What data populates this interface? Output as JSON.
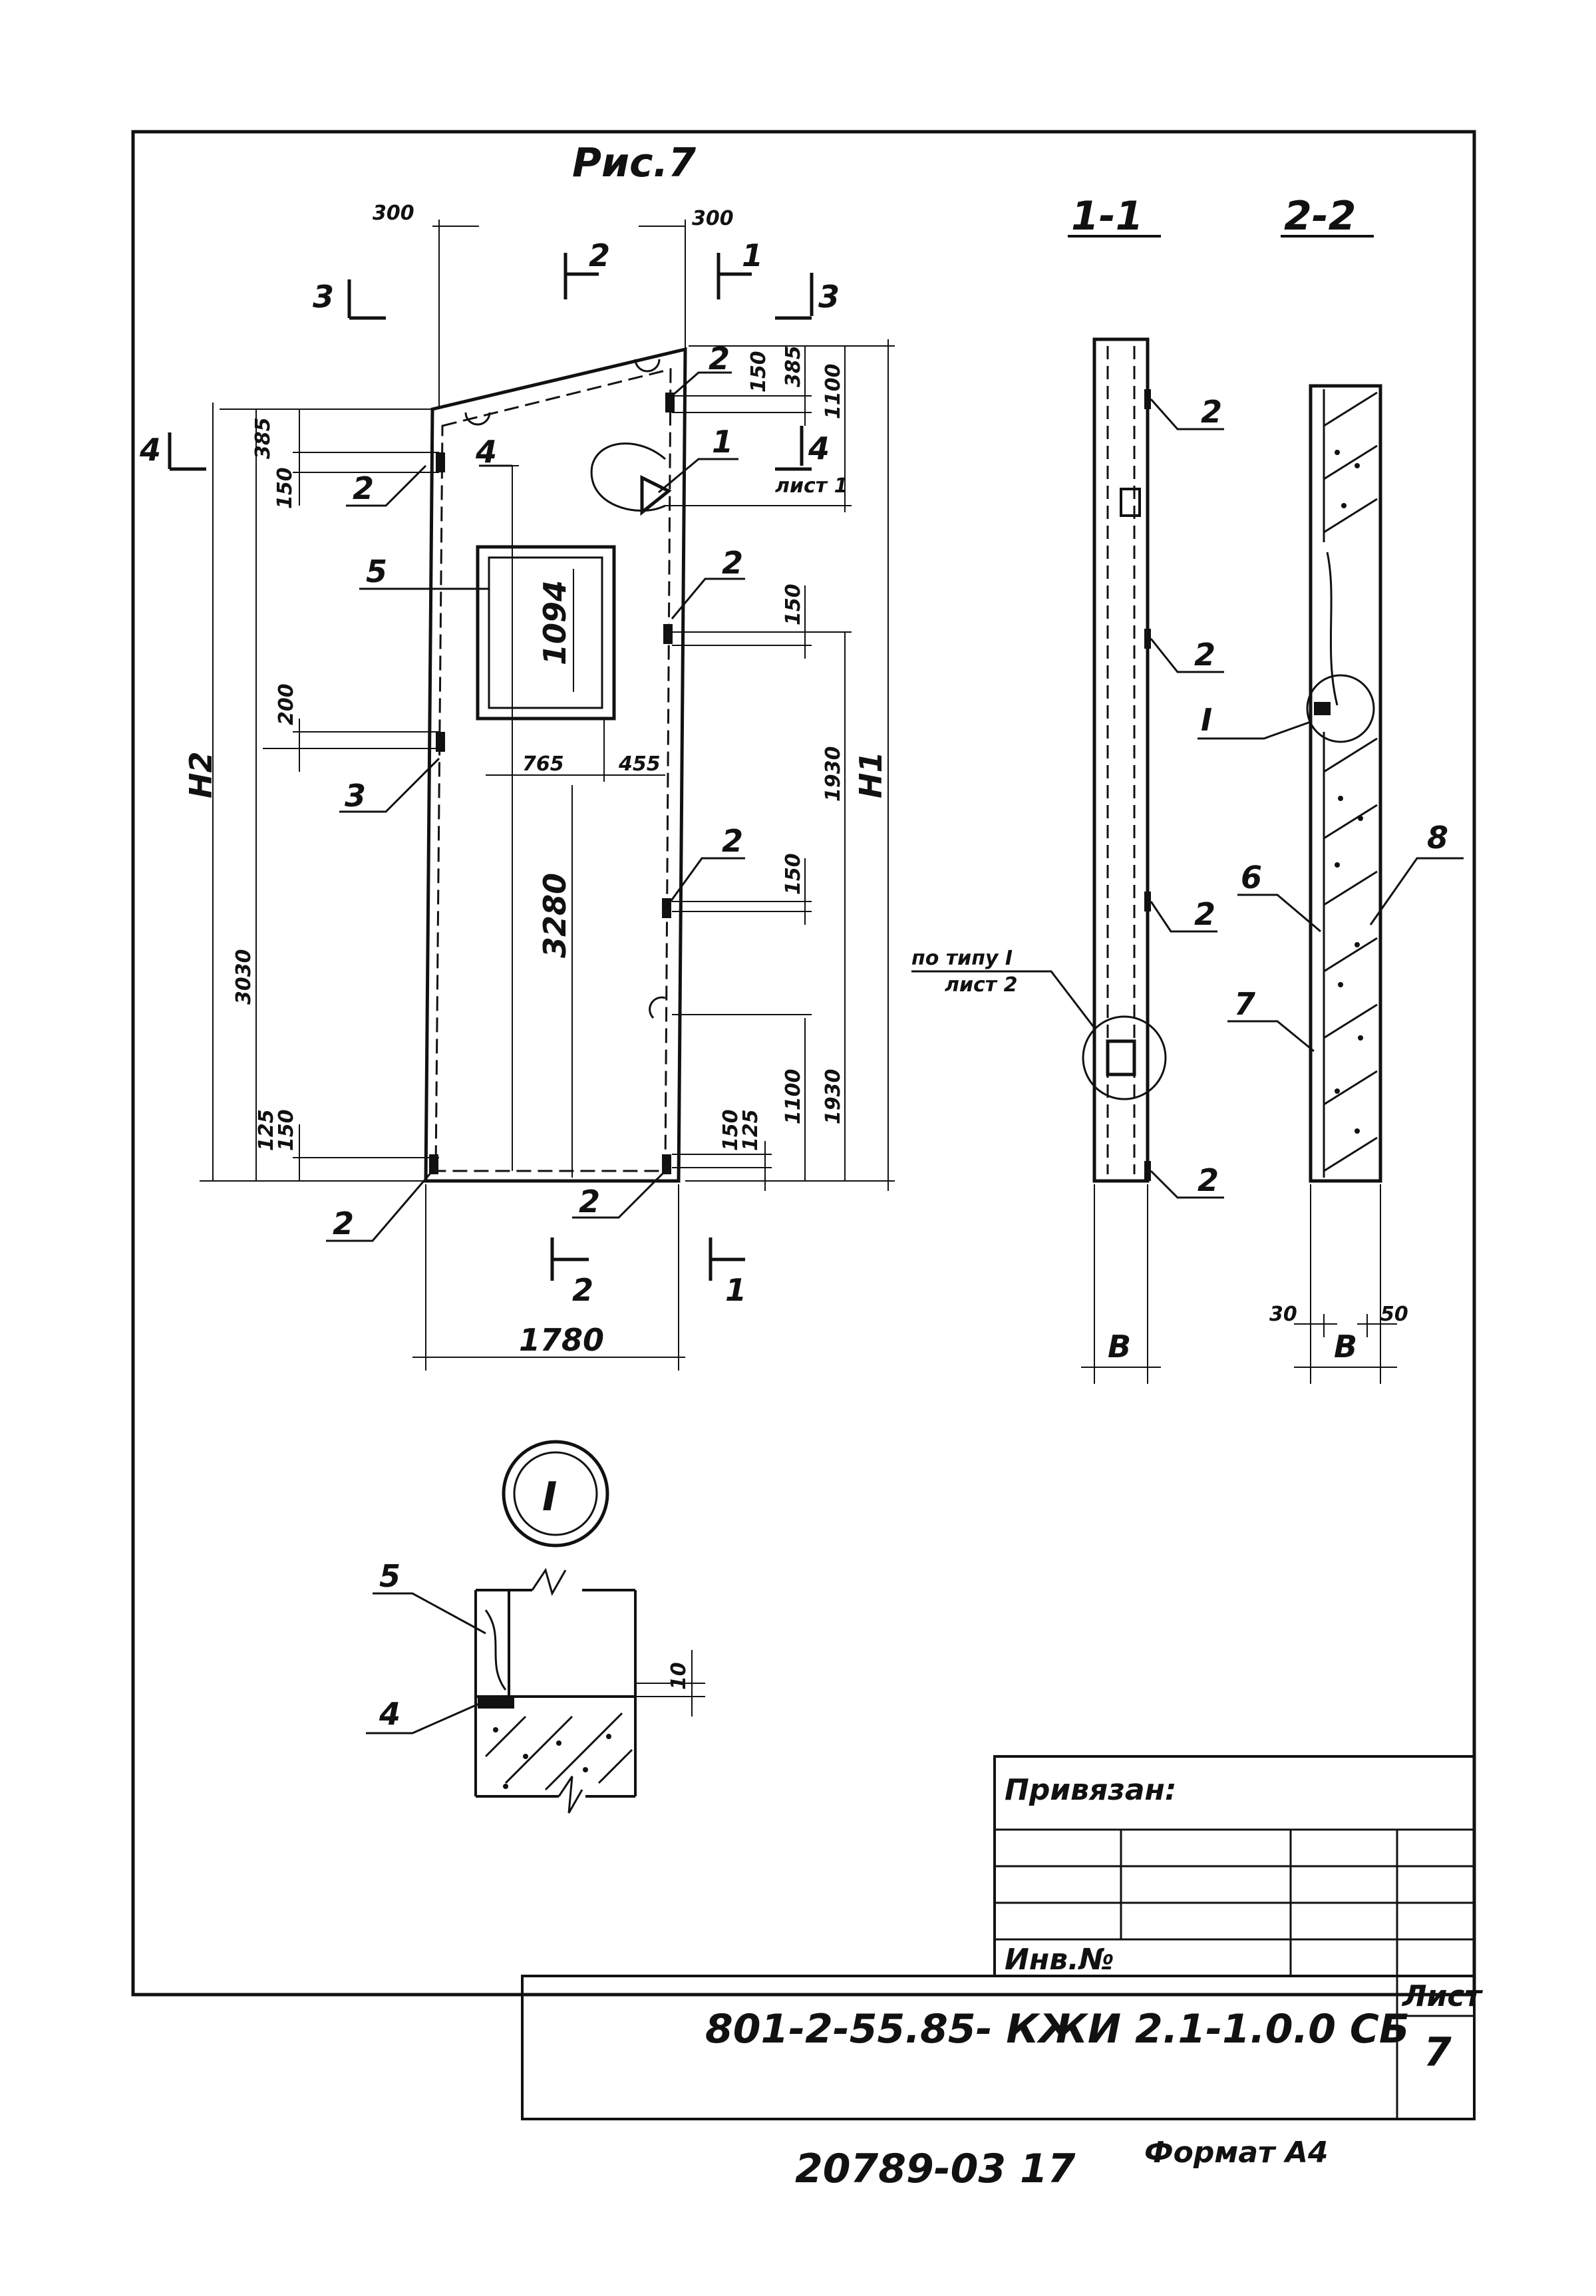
{
  "figure_title": "Рис.7",
  "sections": {
    "s11": "1-1",
    "s22": "2-2"
  },
  "cut_marks": {
    "m2": "2",
    "m1": "1",
    "m3": "3",
    "m4": "4",
    "sheet_ref": "лист 1"
  },
  "dims": {
    "d300a": "300",
    "d300b": "300",
    "d385a": "385",
    "d150a": "150",
    "d1100a": "1100",
    "d385b": "385",
    "d150b": "150",
    "d150c": "150",
    "d200": "200",
    "d1094": "1094",
    "d765": "765",
    "d455": "455",
    "d1930a": "1930",
    "d3280": "3280",
    "d3030": "3030",
    "d150d": "150",
    "d1100b": "1100",
    "d1930b": "1930",
    "d125a": "125",
    "d150e": "150",
    "d150f": "150",
    "d125b": "125",
    "d1780": "1780",
    "h1": "H1",
    "h2": "H2",
    "b1": "B",
    "b2": "B",
    "d30": "30",
    "d50": "50",
    "d10": "10"
  },
  "callouts": {
    "c1": "1",
    "c2": "2",
    "c3": "3",
    "c4": "4",
    "c5": "5",
    "c6": "6",
    "c7": "7",
    "c8": "8",
    "detail_mark": "I",
    "type_ref_line1": "по типу I",
    "type_ref_line2": "лист 2",
    "detail_callout": "I",
    "detail_5": "5",
    "detail_4": "4"
  },
  "title_block": {
    "privyazan": "Привязан:",
    "inv_no": "Инв.№",
    "code": "801-2-55.85- КЖИ 2.1-1.0.0 СБ",
    "sheet_label": "Лист",
    "sheet_no": "7"
  },
  "footer": {
    "archive_no": "20789-03 17",
    "format": "Формат А4"
  }
}
